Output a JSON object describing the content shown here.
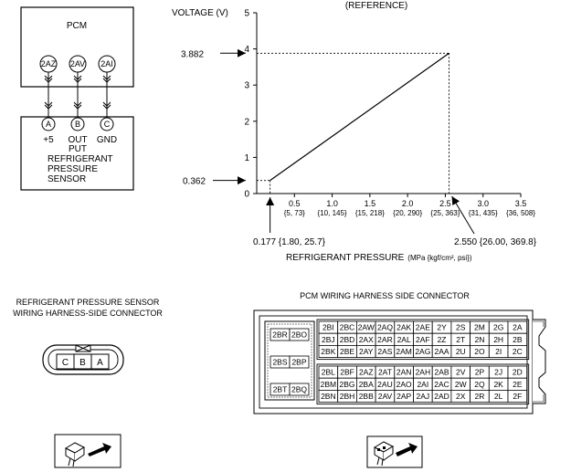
{
  "pcm_diagram": {
    "pcm_label": "PCM",
    "pcm_pins": [
      "2AZ",
      "2AV",
      "2AI"
    ],
    "sensor_pins": [
      "A",
      "B",
      "C"
    ],
    "sensor_pin_labels": [
      "+5",
      "OUT\nPUT",
      "GND"
    ],
    "sensor_name": "REFRIGERANT\nPRESSURE\nSENSOR"
  },
  "chart_data": {
    "type": "line",
    "subtitle": "(REFERENCE)",
    "ylabel": "VOLTAGE (V)",
    "xlabel": "REFRIGERANT PRESSURE",
    "xlabel_units": "(MPa {kgf/cm², psi})",
    "xlim": [
      0,
      3.5
    ],
    "ylim": [
      0,
      5
    ],
    "yticks": [
      "0",
      "1",
      "2",
      "3",
      "4",
      "5"
    ],
    "xticks": [
      {
        "value": 0.5,
        "label": "0.5",
        "sub": "{5, 73}"
      },
      {
        "value": 1.0,
        "label": "1.0",
        "sub": "{10, 145}"
      },
      {
        "value": 1.5,
        "label": "1.5",
        "sub": "{15, 218}"
      },
      {
        "value": 2.0,
        "label": "2.0",
        "sub": "{20, 290}"
      },
      {
        "value": 2.5,
        "label": "2.5",
        "sub": "{25, 363}"
      },
      {
        "value": 3.0,
        "label": "3.0",
        "sub": "{31, 435}"
      },
      {
        "value": 3.5,
        "label": "3.5",
        "sub": "{36, 508}"
      }
    ],
    "points": [
      {
        "x": 0.177,
        "y": 0.362
      },
      {
        "x": 2.55,
        "y": 3.882
      }
    ],
    "annotations": {
      "low_y": "0.362",
      "high_y": "3.882",
      "low_x": "0.177 {1.80, 25.7}",
      "high_x": "2.550 {26.00, 369.8}"
    }
  },
  "sensor_connector": {
    "title_line1": "REFRIGERANT PRESSURE SENSOR",
    "title_line2": "WIRING HARNESS-SIDE CONNECTOR",
    "pins": [
      "C",
      "B",
      "A"
    ]
  },
  "pcm_connector": {
    "title": "PCM WIRING HARNESS SIDE CONNECTOR",
    "left_block": [
      [
        "2BR",
        "2BO"
      ],
      [
        "2BS",
        "2BP"
      ],
      [
        "2BT",
        "2BQ"
      ]
    ],
    "upper_grid": [
      [
        "2BI",
        "2BC",
        "2AW",
        "2AQ",
        "2AK",
        "2AE",
        "2Y",
        "2S",
        "2M",
        "2G",
        "2A"
      ],
      [
        "2BJ",
        "2BD",
        "2AX",
        "2AR",
        "2AL",
        "2AF",
        "2Z",
        "2T",
        "2N",
        "2H",
        "2B"
      ],
      [
        "2BK",
        "2BE",
        "2AY",
        "2AS",
        "2AM",
        "2AG",
        "2AA",
        "2U",
        "2O",
        "2I",
        "2C"
      ]
    ],
    "lower_grid": [
      [
        "2BL",
        "2BF",
        "2AZ",
        "2AT",
        "2AN",
        "2AH",
        "2AB",
        "2V",
        "2P",
        "2J",
        "2D"
      ],
      [
        "2BM",
        "2BG",
        "2BA",
        "2AU",
        "2AO",
        "2AI",
        "2AC",
        "2W",
        "2Q",
        "2K",
        "2E"
      ],
      [
        "2BN",
        "2BH",
        "2BB",
        "2AV",
        "2AP",
        "2AJ",
        "2AD",
        "2X",
        "2R",
        "2L",
        "2F"
      ]
    ]
  }
}
